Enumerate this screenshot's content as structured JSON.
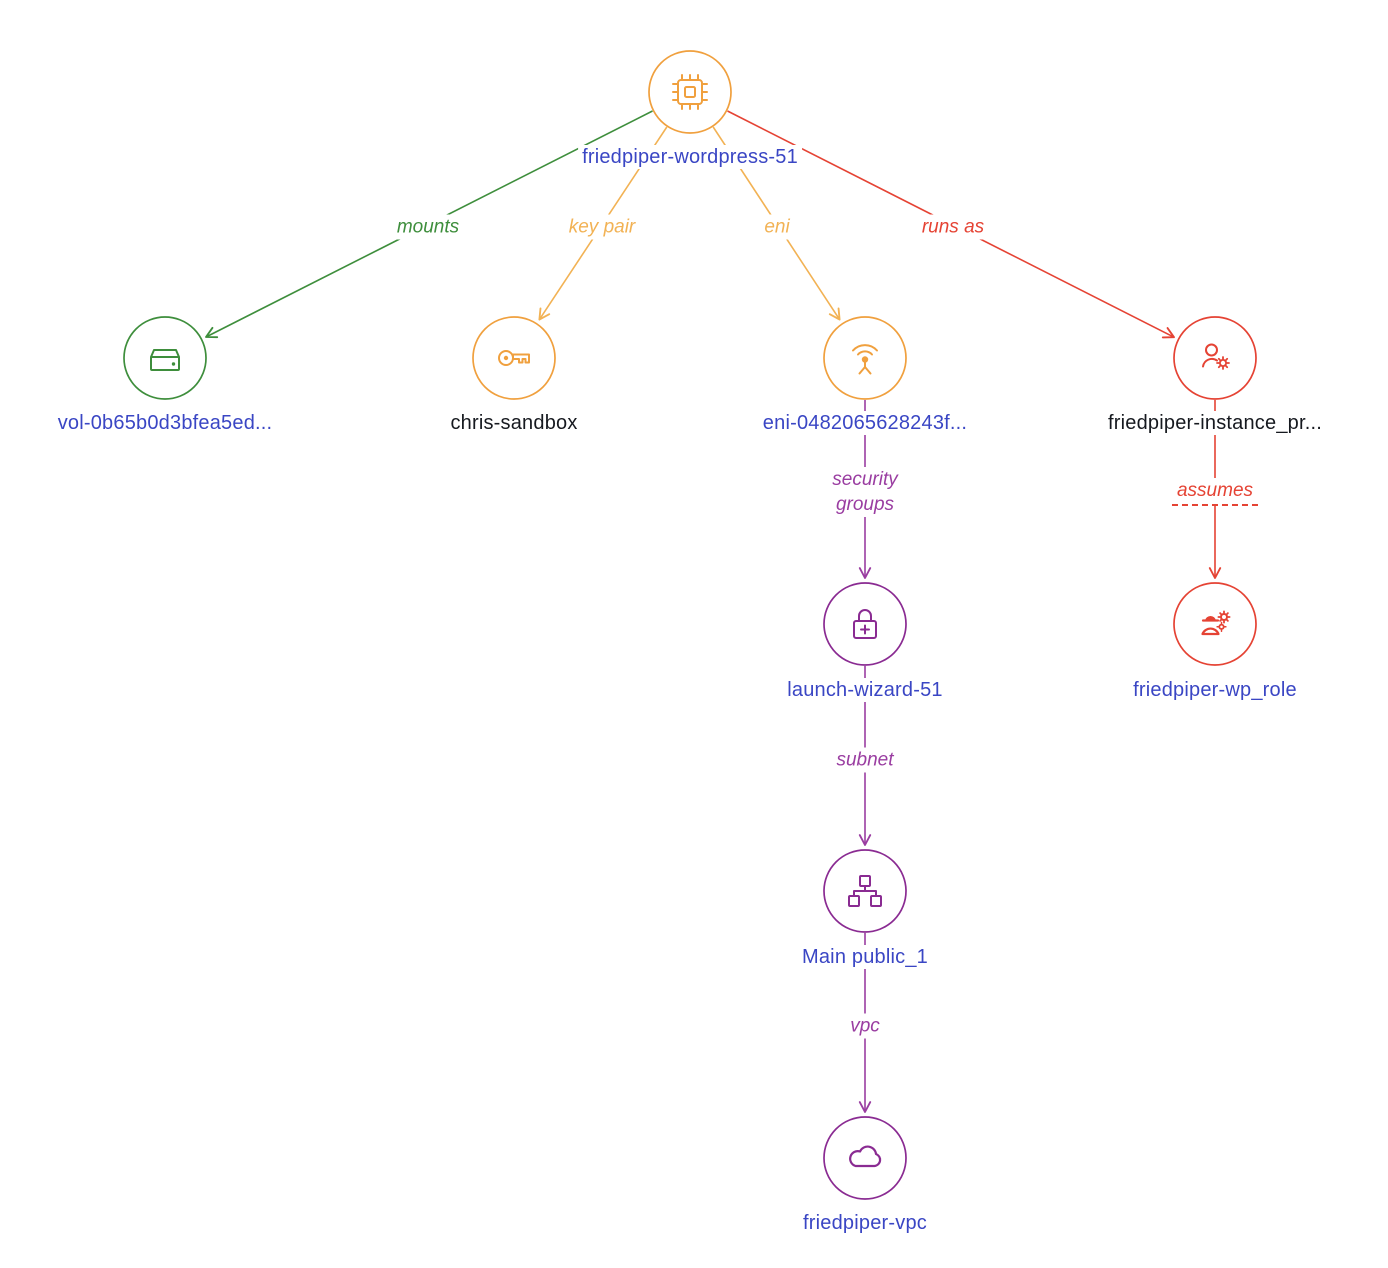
{
  "colors": {
    "node_orange": "#F0A03E",
    "node_green": "#3E8E3C",
    "node_red": "#E54334",
    "node_purple": "#8A2B92",
    "edge_orange": "#F2B254",
    "edge_green": "#3E8E3C",
    "edge_red": "#E54334",
    "edge_purple": "#9A3DA1",
    "link_blue": "#3A46C4",
    "text_dark": "#16191F",
    "background": "#FFFFFF"
  },
  "nodes": [
    {
      "id": "ec2-instance",
      "label": "friedpiper-wordpress-51",
      "icon": "cpu-chip-icon",
      "color": "#F0A03E",
      "label_style": "link"
    },
    {
      "id": "volume",
      "label": "vol-0b65b0d3bfea5ed...",
      "icon": "storage-volume-icon",
      "color": "#3E8E3C",
      "label_style": "link"
    },
    {
      "id": "key-pair",
      "label": "chris-sandbox",
      "icon": "key-icon",
      "color": "#F0A03E",
      "label_style": "plain"
    },
    {
      "id": "network-interface",
      "label": "eni-0482065628243f...",
      "icon": "antenna-icon",
      "color": "#F0A03E",
      "label_style": "link"
    },
    {
      "id": "instance-profile",
      "label": "friedpiper-instance_pr...",
      "icon": "user-gear-icon",
      "color": "#E54334",
      "label_style": "plain"
    },
    {
      "id": "security-group",
      "label": "launch-wizard-51",
      "icon": "padlock-plus-icon",
      "color": "#8A2B92",
      "label_style": "link"
    },
    {
      "id": "iam-role",
      "label": "friedpiper-wp_role",
      "icon": "engineer-gears-icon",
      "color": "#E54334",
      "label_style": "link"
    },
    {
      "id": "subnet",
      "label": "Main public_1",
      "icon": "hierarchy-icon",
      "color": "#8A2B92",
      "label_style": "link"
    },
    {
      "id": "vpc",
      "label": "friedpiper-vpc",
      "icon": "cloud-icon",
      "color": "#8A2B92",
      "label_style": "link"
    }
  ],
  "edges": [
    {
      "from": "ec2-instance",
      "to": "volume",
      "label": "mounts",
      "color": "#3E8E3C",
      "style": "solid"
    },
    {
      "from": "ec2-instance",
      "to": "key-pair",
      "label": "key pair",
      "color": "#F2B254",
      "style": "solid"
    },
    {
      "from": "ec2-instance",
      "to": "network-interface",
      "label": "eni",
      "color": "#F2B254",
      "style": "solid"
    },
    {
      "from": "ec2-instance",
      "to": "instance-profile",
      "label": "runs as",
      "color": "#E54334",
      "style": "solid"
    },
    {
      "from": "network-interface",
      "to": "security-group",
      "label": "security\ngroups",
      "color": "#9A3DA1",
      "style": "solid"
    },
    {
      "from": "instance-profile",
      "to": "iam-role",
      "label": "assumes",
      "color": "#E54334",
      "style": "solid",
      "label_underline": "dashed"
    },
    {
      "from": "security-group",
      "to": "subnet",
      "label": "subnet",
      "color": "#9A3DA1",
      "style": "solid"
    },
    {
      "from": "subnet",
      "to": "vpc",
      "label": "vpc",
      "color": "#9A3DA1",
      "style": "solid"
    }
  ]
}
